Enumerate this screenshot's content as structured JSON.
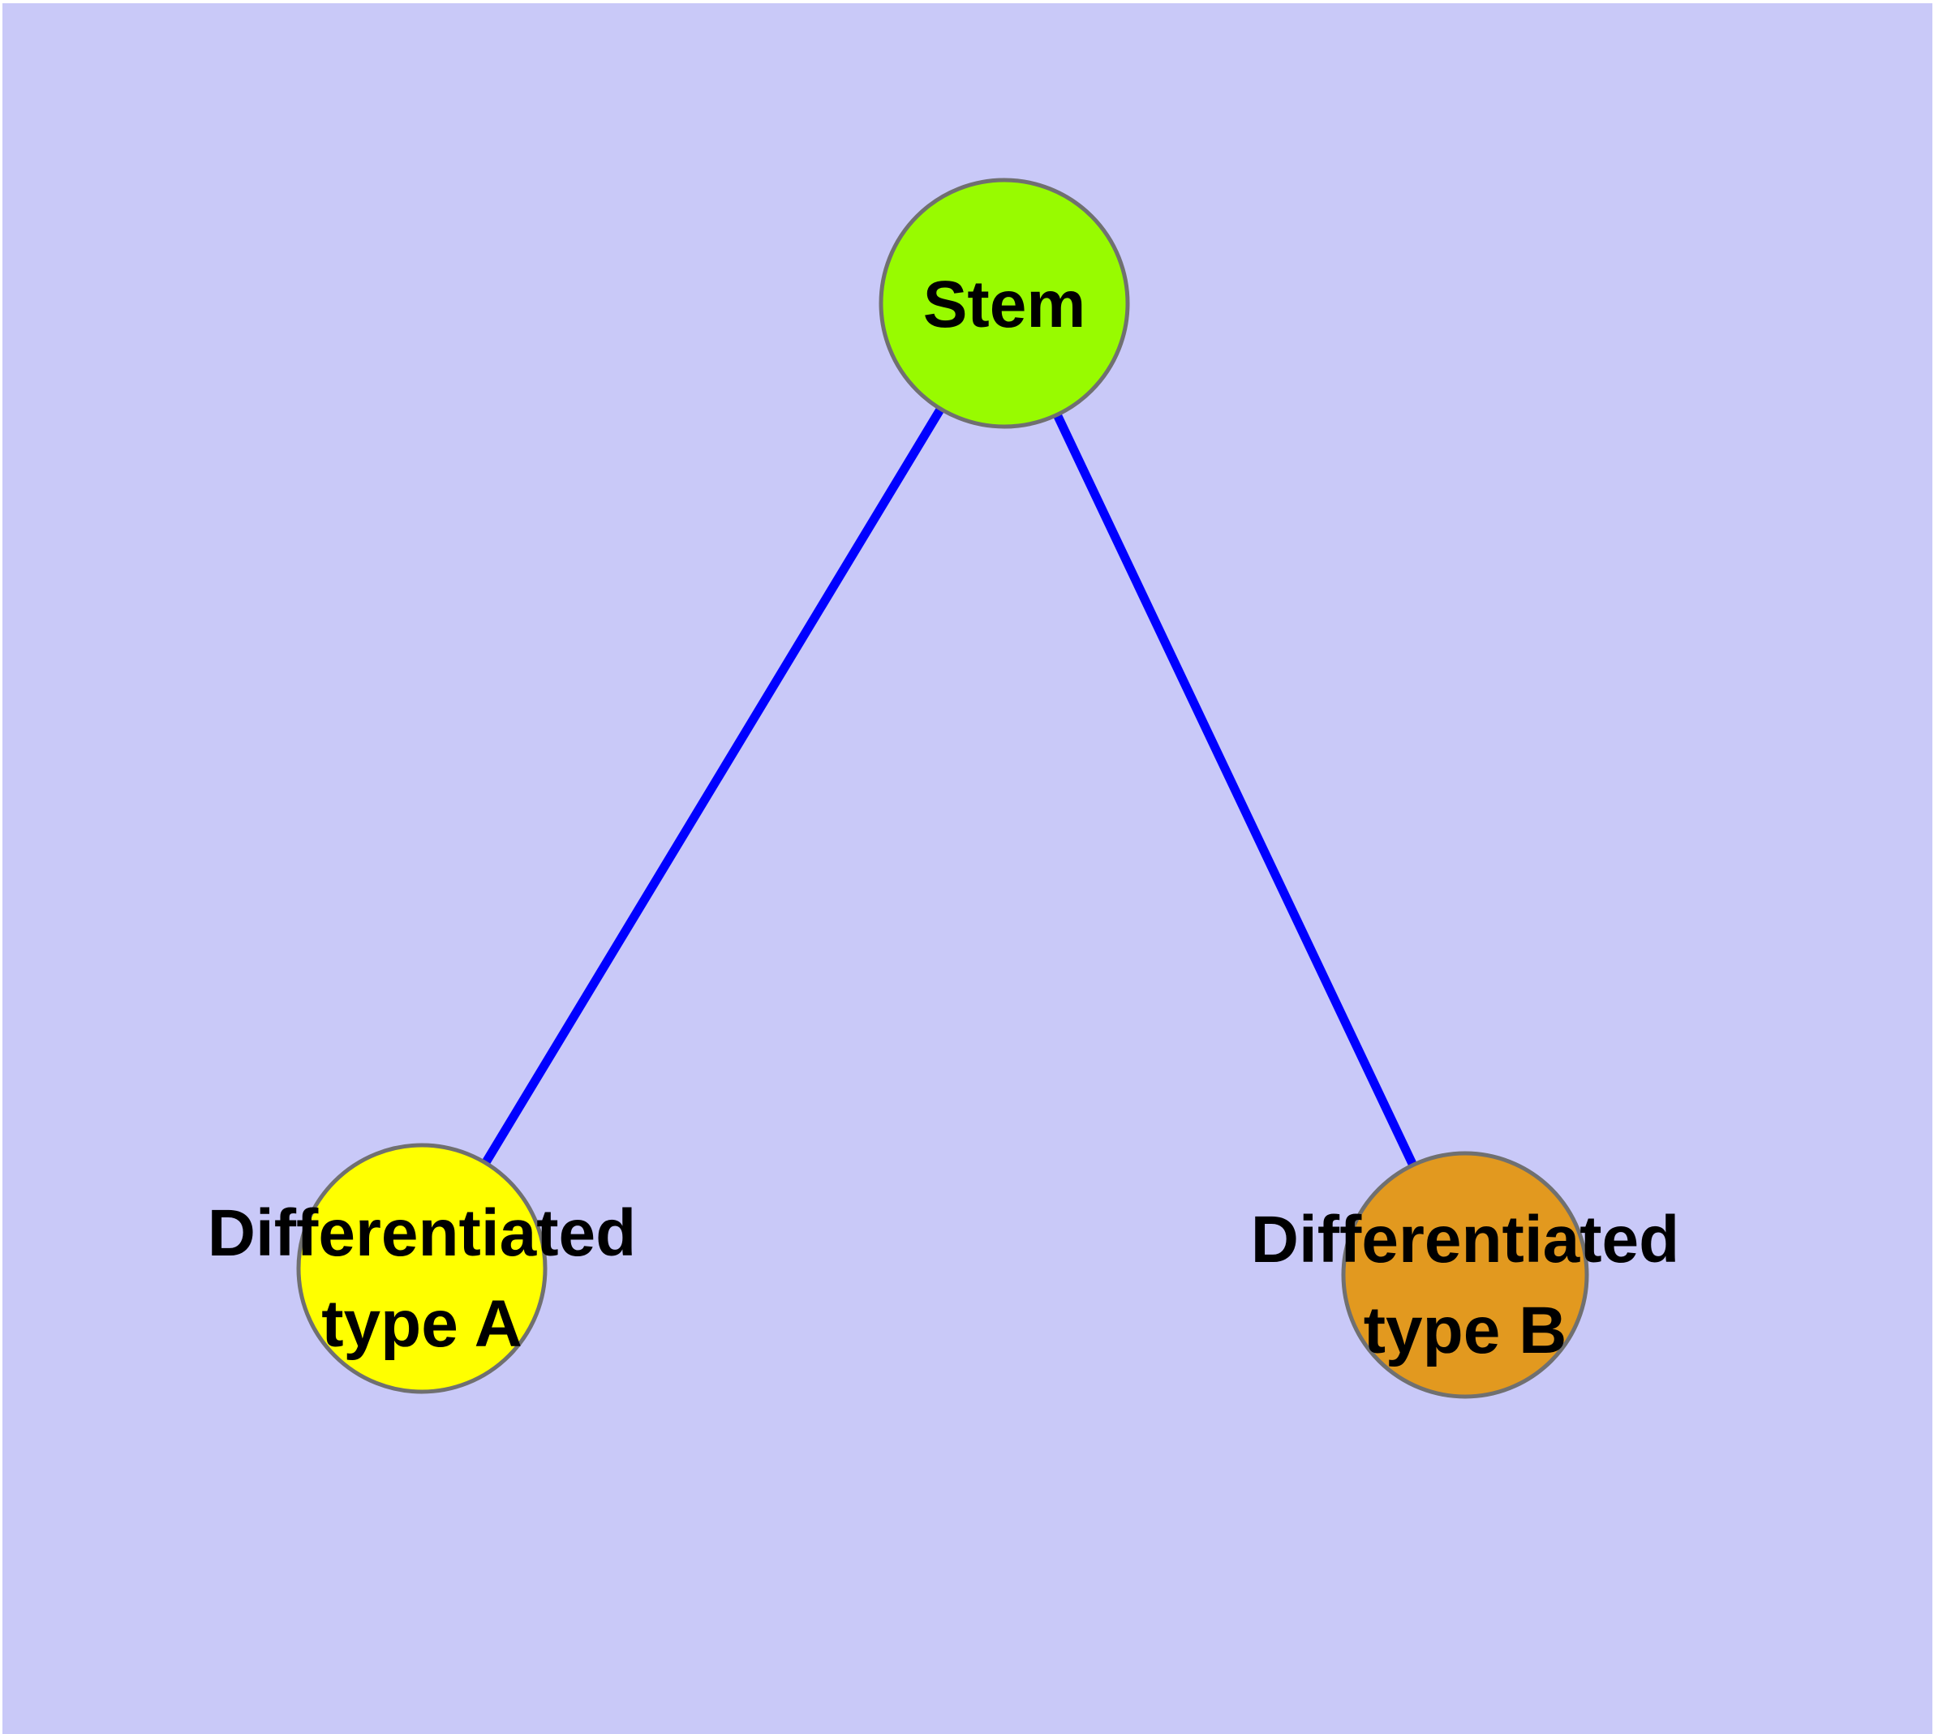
{
  "diagram": {
    "title": "stem cell differentiation graph",
    "background_color": "#c9c9f8",
    "page_margin_color": "#ffffff",
    "label_color": "#000000",
    "nodes": [
      {
        "id": "stem",
        "label": "Stem",
        "fill": "#98fb00",
        "border_color": "#707070"
      },
      {
        "id": "differentiated-type-a",
        "label": "Differentiated type A",
        "label_line1": "Differentiated",
        "label_line2": "type A",
        "fill": "#ffff00",
        "border_color": "#707070"
      },
      {
        "id": "differentiated-type-b",
        "label": "Differentiated type B",
        "label_line1": "Differentiated",
        "label_line2": "type B",
        "fill": "#e2991f",
        "border_color": "#707070"
      }
    ],
    "edges": [
      {
        "id": "stem-to-type-a",
        "from": "Stem",
        "to": "Differentiated type A",
        "color": "#0000ff"
      },
      {
        "id": "stem-to-type-b",
        "from": "Stem",
        "to": "Differentiated type B",
        "color": "#0000ff"
      }
    ]
  }
}
